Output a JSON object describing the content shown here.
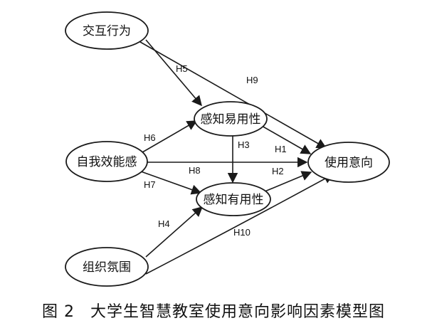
{
  "nodes": {
    "interaction": "交互行为",
    "self_efficacy": "自我效能感",
    "org_atmosphere": "组织氛围",
    "ease_of_use": "感知易用性",
    "usefulness": "感知有用性",
    "intention": "使用意向"
  },
  "hypotheses": {
    "h1": "H1",
    "h2": "H2",
    "h3": "H3",
    "h4": "H4",
    "h5": "H5",
    "h6": "H6",
    "h7": "H7",
    "h8": "H8",
    "h9": "H9",
    "h10": "H10"
  },
  "caption": {
    "figure_number": "图 2",
    "title": "大学生智慧教室使用意向影响因素模型图"
  },
  "colors": {
    "ink": "#1a1a1a",
    "background": "#ffffff"
  }
}
